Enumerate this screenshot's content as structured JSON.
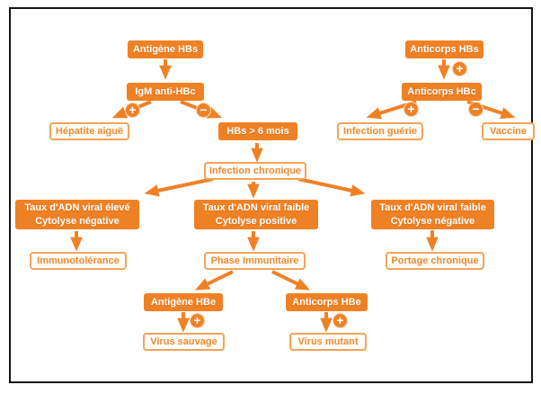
{
  "colors": {
    "accent_orange": "#ef8125",
    "outline_border_orange": "#f4a359",
    "outline_text_orange": "#ef8a2e",
    "filled_text": "#ffffff",
    "frame_border": "#141414",
    "background": "#ffffff"
  },
  "signs": {
    "plus": "+",
    "minus": "−"
  },
  "nodes": {
    "antigene_hbs": {
      "label": "Antigène HBs"
    },
    "anticorps_hbs": {
      "label": "Anticorps HBs"
    },
    "igm_anti_hbc": {
      "label": "IgM anti-HBc"
    },
    "anticorps_hbc": {
      "label": "Anticorps HBc"
    },
    "hepatite_aigue": {
      "label": "Hépatite aiguë"
    },
    "hbs_6_mois": {
      "label": "HBs > 6 mois"
    },
    "infection_guerie": {
      "label": "Infection guérie"
    },
    "vaccine": {
      "label": "Vaccine"
    },
    "infection_chronique": {
      "label": "Infection chronique"
    },
    "taux_eleve": {
      "label": "Taux d'ADN viral élevé",
      "label2": "Cytolyse négative"
    },
    "taux_faible_pos": {
      "label": "Taux d'ADN viral faible",
      "label2": "Cytolyse positive"
    },
    "taux_faible_neg": {
      "label": "Taux d'ADN viral faible",
      "label2": "Cytolyse négative"
    },
    "immunotolerance": {
      "label": "Immunotolérance"
    },
    "phase_immunitaire": {
      "label": "Phase Immunitaire"
    },
    "portage_chronique": {
      "label": "Portage chronique"
    },
    "antigene_hbe": {
      "label": "Antigène HBe"
    },
    "anticorps_hbe": {
      "label": "Anticorps HBe"
    },
    "virus_sauvage": {
      "label": "Virus sauvage"
    },
    "virus_mutant": {
      "label": "Virus mutant"
    }
  }
}
